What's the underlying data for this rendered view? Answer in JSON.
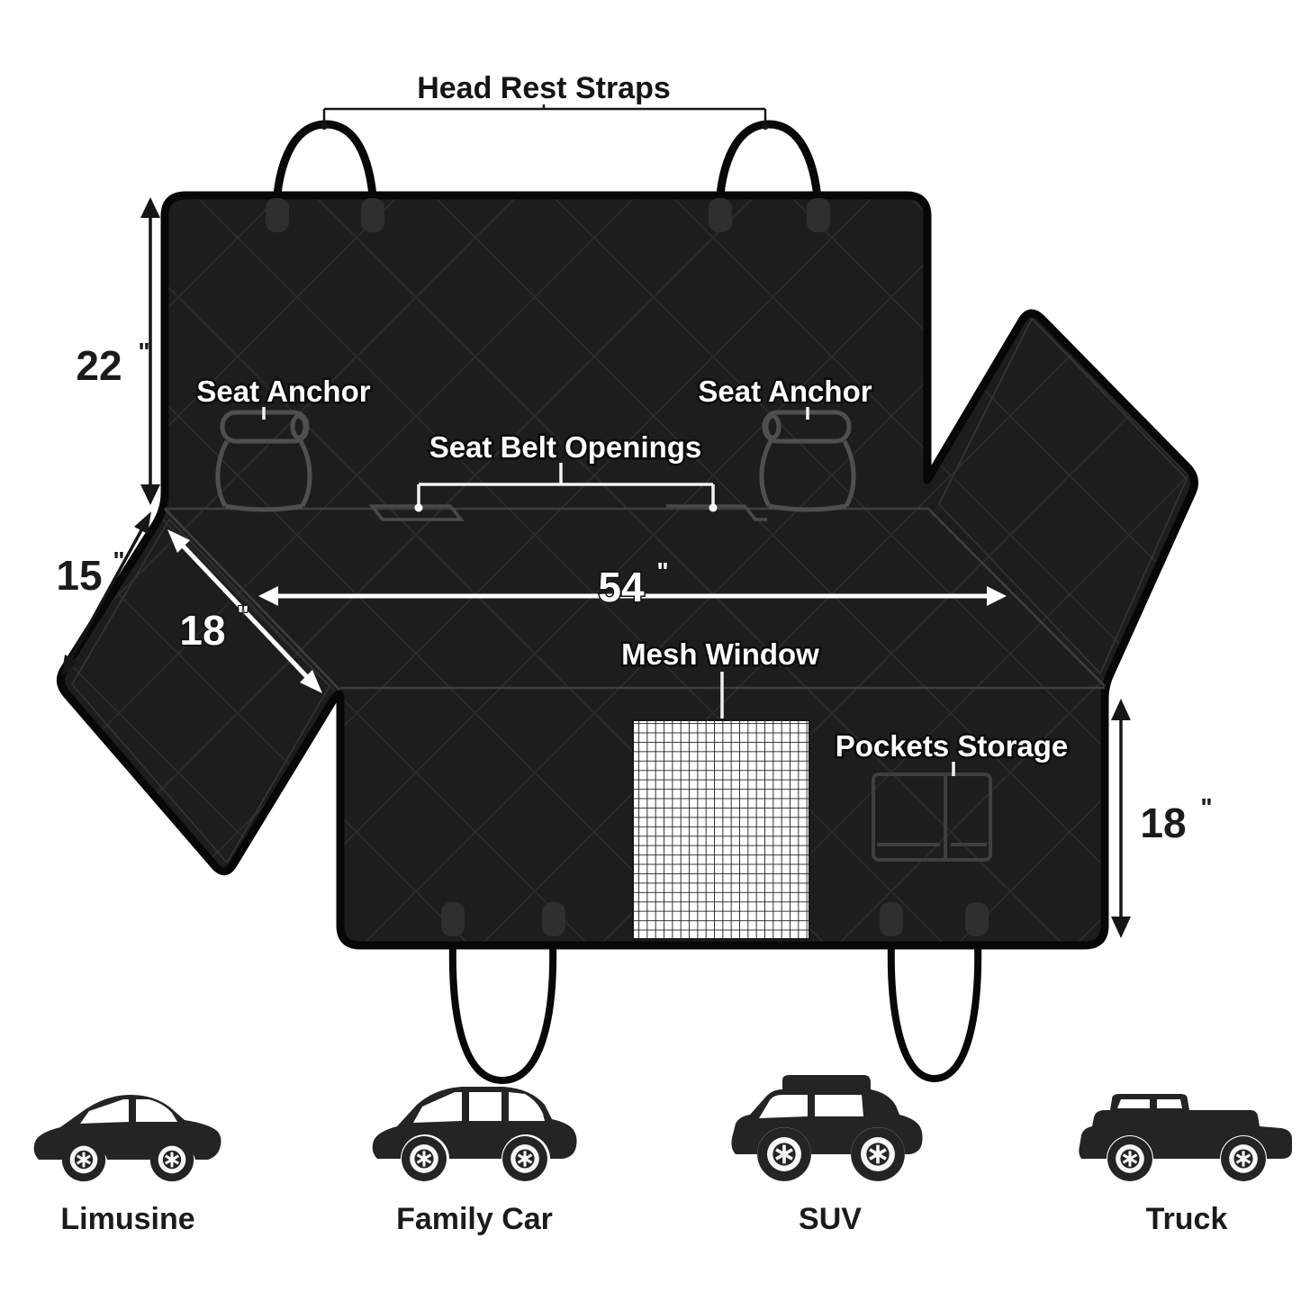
{
  "diagram": {
    "head_rest_straps": "Head Rest Straps",
    "seat_anchor_left": "Seat Anchor",
    "seat_anchor_right": "Seat Anchor",
    "seat_belt_openings": "Seat Belt Openings",
    "mesh_window": "Mesh Window",
    "pockets_storage": "Pockets Storage",
    "dimensions": {
      "backrest_height": {
        "value": "22",
        "unit": "\""
      },
      "flap_width": {
        "value": "15",
        "unit": "\""
      },
      "flap_depth": {
        "value": "18",
        "unit": "\""
      },
      "cover_width": {
        "value": "54",
        "unit": "\""
      },
      "bench_depth": {
        "value": "18",
        "unit": "\""
      }
    },
    "colors": {
      "fabric": "#1d1d1d",
      "quilt_line": "#2b2b2b",
      "seam": "#3f3f3f",
      "outline": "#070707",
      "label_white": "#ffffff",
      "label_black": "#151515",
      "mesh_bg": "#ffffff",
      "mesh_line": "#1d1d1d"
    }
  },
  "vehicles": [
    {
      "name": "Limusine"
    },
    {
      "name": "Family Car"
    },
    {
      "name": "SUV"
    },
    {
      "name": "Truck"
    }
  ]
}
